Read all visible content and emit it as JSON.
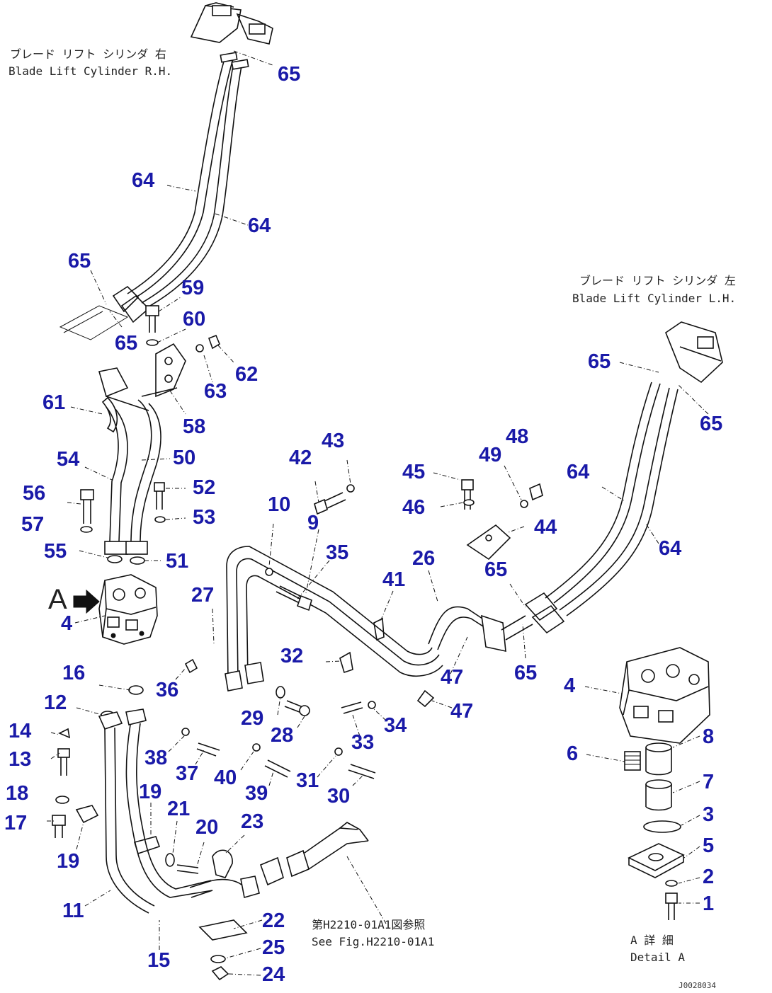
{
  "annotations": {
    "rh_jp": "ブレード リフト シリンダ 右",
    "rh_en": "Blade Lift Cylinder R.H.",
    "lh_jp": "ブレード リフト シリンダ 左",
    "lh_en": "Blade Lift Cylinder L.H.",
    "ref_jp": "第H2210-01A1図参照",
    "ref_en": "See Fig.H2210-01A1",
    "detail_jp": "A 詳 細",
    "detail_en": "Detail A",
    "view_letter": "A",
    "drawing_id": "J0028034"
  },
  "callouts": [
    {
      "id": "c-65a",
      "text": "65"
    },
    {
      "id": "c-64a",
      "text": "64"
    },
    {
      "id": "c-64b",
      "text": "64"
    },
    {
      "id": "c-65b",
      "text": "65"
    },
    {
      "id": "c-65c",
      "text": "65"
    },
    {
      "id": "c-59",
      "text": "59"
    },
    {
      "id": "c-60",
      "text": "60"
    },
    {
      "id": "c-62",
      "text": "62"
    },
    {
      "id": "c-63",
      "text": "63"
    },
    {
      "id": "c-61",
      "text": "61"
    },
    {
      "id": "c-58",
      "text": "58"
    },
    {
      "id": "c-50",
      "text": "50"
    },
    {
      "id": "c-54",
      "text": "54"
    },
    {
      "id": "c-52",
      "text": "52"
    },
    {
      "id": "c-53",
      "text": "53"
    },
    {
      "id": "c-56",
      "text": "56"
    },
    {
      "id": "c-57",
      "text": "57"
    },
    {
      "id": "c-55",
      "text": "55"
    },
    {
      "id": "c-51",
      "text": "51"
    },
    {
      "id": "c-4a",
      "text": "4"
    },
    {
      "id": "c-10",
      "text": "10"
    },
    {
      "id": "c-9",
      "text": "9"
    },
    {
      "id": "c-42",
      "text": "42"
    },
    {
      "id": "c-43",
      "text": "43"
    },
    {
      "id": "c-35",
      "text": "35"
    },
    {
      "id": "c-27",
      "text": "27"
    },
    {
      "id": "c-41",
      "text": "41"
    },
    {
      "id": "c-26",
      "text": "26"
    },
    {
      "id": "c-45",
      "text": "45"
    },
    {
      "id": "c-49",
      "text": "49"
    },
    {
      "id": "c-48",
      "text": "48"
    },
    {
      "id": "c-46",
      "text": "46"
    },
    {
      "id": "c-44",
      "text": "44"
    },
    {
      "id": "c-65d",
      "text": "65"
    },
    {
      "id": "c-65e",
      "text": "65"
    },
    {
      "id": "c-65f",
      "text": "65"
    },
    {
      "id": "c-65g",
      "text": "65"
    },
    {
      "id": "c-64c",
      "text": "64"
    },
    {
      "id": "c-64d",
      "text": "64"
    },
    {
      "id": "c-47a",
      "text": "47"
    },
    {
      "id": "c-47b",
      "text": "47"
    },
    {
      "id": "c-32",
      "text": "32"
    },
    {
      "id": "c-36",
      "text": "36"
    },
    {
      "id": "c-16",
      "text": "16"
    },
    {
      "id": "c-12",
      "text": "12"
    },
    {
      "id": "c-14",
      "text": "14"
    },
    {
      "id": "c-13",
      "text": "13"
    },
    {
      "id": "c-18",
      "text": "18"
    },
    {
      "id": "c-17",
      "text": "17"
    },
    {
      "id": "c-29",
      "text": "29"
    },
    {
      "id": "c-28",
      "text": "28"
    },
    {
      "id": "c-34",
      "text": "34"
    },
    {
      "id": "c-33",
      "text": "33"
    },
    {
      "id": "c-38",
      "text": "38"
    },
    {
      "id": "c-37",
      "text": "37"
    },
    {
      "id": "c-40",
      "text": "40"
    },
    {
      "id": "c-39",
      "text": "39"
    },
    {
      "id": "c-31",
      "text": "31"
    },
    {
      "id": "c-30",
      "text": "30"
    },
    {
      "id": "c-19a",
      "text": "19"
    },
    {
      "id": "c-19b",
      "text": "19"
    },
    {
      "id": "c-21",
      "text": "21"
    },
    {
      "id": "c-20",
      "text": "20"
    },
    {
      "id": "c-23",
      "text": "23"
    },
    {
      "id": "c-11",
      "text": "11"
    },
    {
      "id": "c-15",
      "text": "15"
    },
    {
      "id": "c-22",
      "text": "22"
    },
    {
      "id": "c-25",
      "text": "25"
    },
    {
      "id": "c-24",
      "text": "24"
    },
    {
      "id": "c-4b",
      "text": "4"
    },
    {
      "id": "c-8",
      "text": "8"
    },
    {
      "id": "c-6",
      "text": "6"
    },
    {
      "id": "c-7",
      "text": "7"
    },
    {
      "id": "c-3",
      "text": "3"
    },
    {
      "id": "c-5",
      "text": "5"
    },
    {
      "id": "c-2",
      "text": "2"
    },
    {
      "id": "c-1",
      "text": "1"
    }
  ],
  "colors": {
    "callout": "#1a1aa8",
    "line": "#111111"
  }
}
